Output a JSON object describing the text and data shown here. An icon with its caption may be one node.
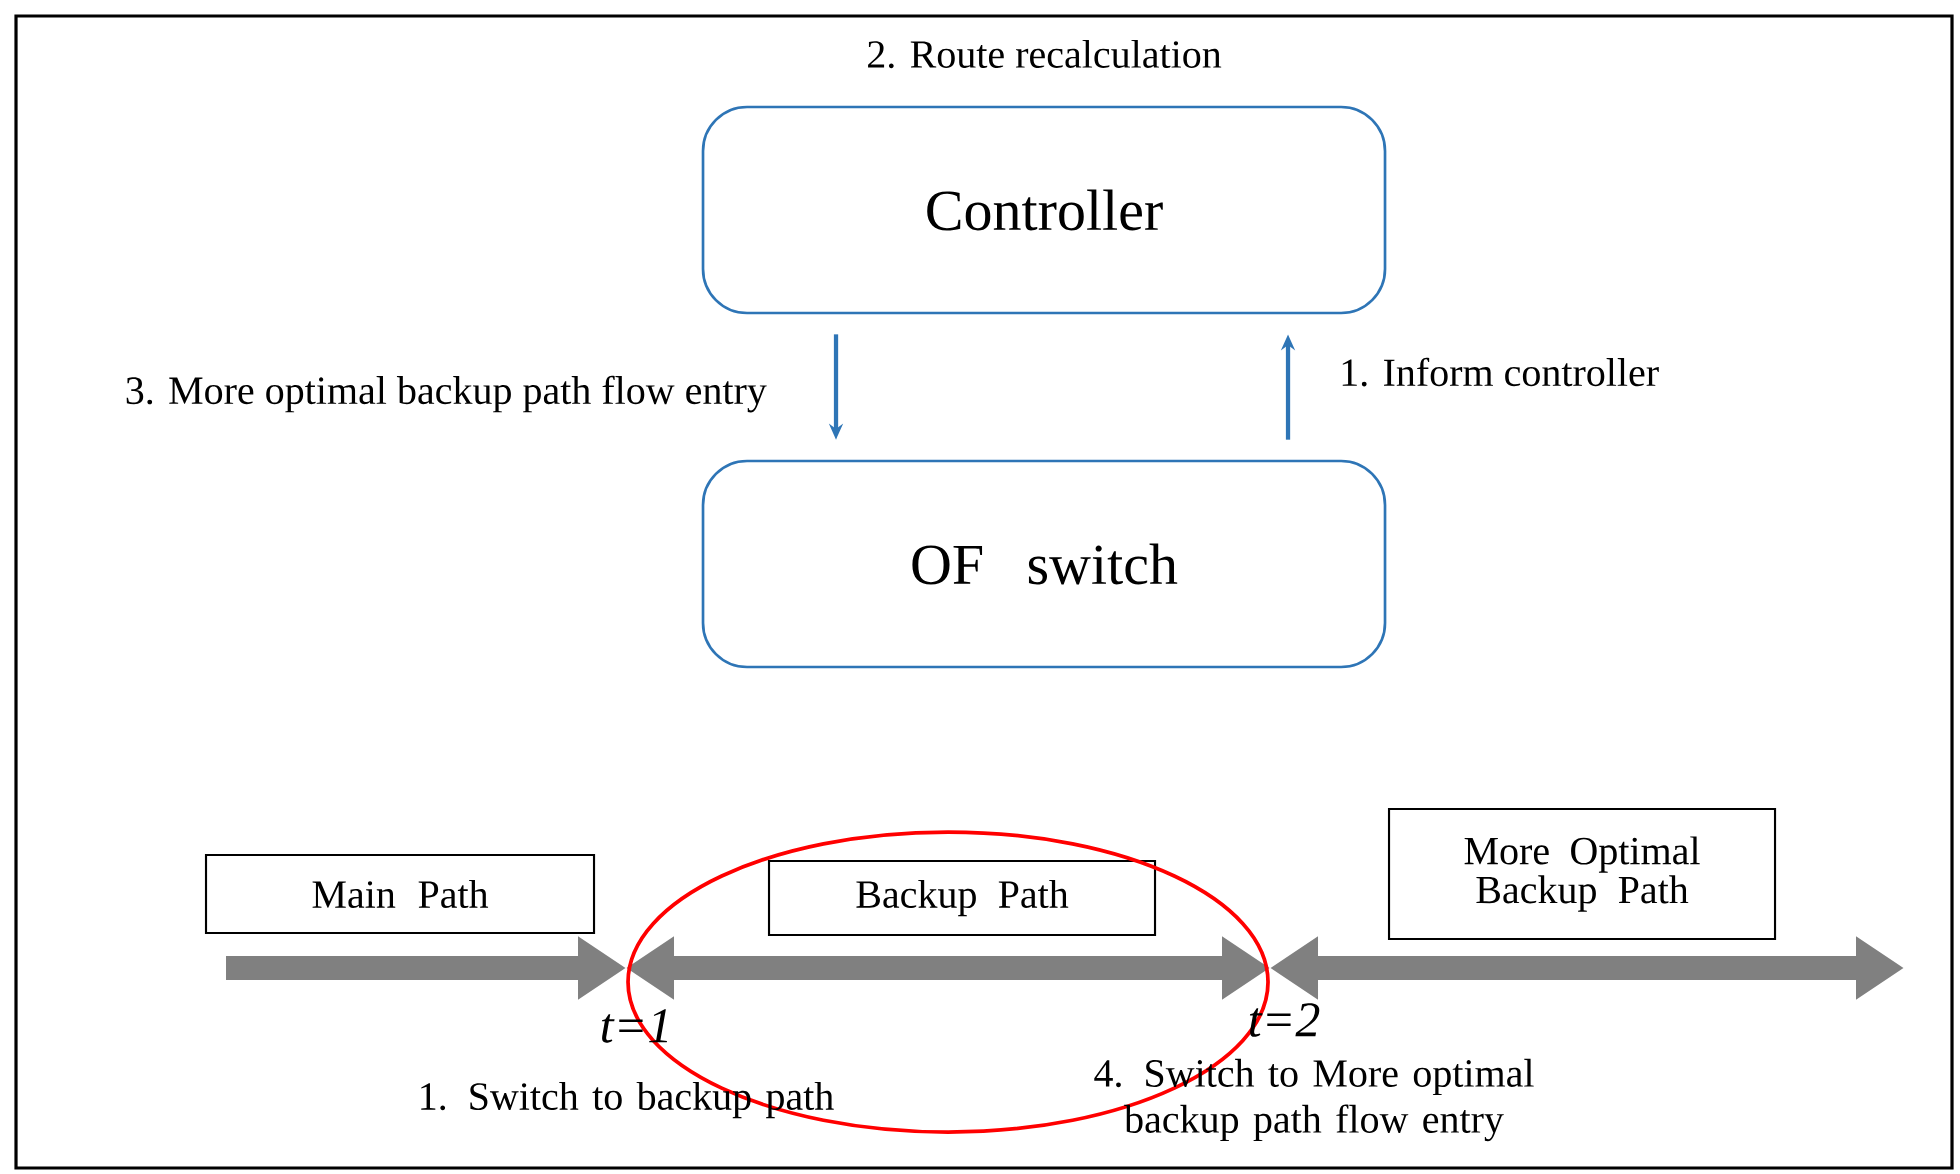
{
  "diagram": {
    "nodes": [
      {
        "text": [
          "Controller"
        ],
        "beside": [
          "2. Route recalculation"
        ]
      },
      {
        "text": [
          "OF switch"
        ]
      },
      {
        "text": [
          "Main Path"
        ]
      },
      {
        "text": [
          "Backup Path"
        ]
      },
      {
        "text": [
          "More Optimal Backup Path"
        ]
      }
    ],
    "edges": [
      {
        "from": 0,
        "to": 1,
        "arrow": "to",
        "label": "3. More optimal backup path flow entry"
      },
      {
        "from": 1,
        "to": 0,
        "arrow": "to",
        "label": "1. Inform controller"
      }
    ],
    "labels": [
      "t=1",
      "1. Switch to backup path",
      "t=2",
      "4. Switch to More optimal backup path flow entry"
    ]
  }
}
